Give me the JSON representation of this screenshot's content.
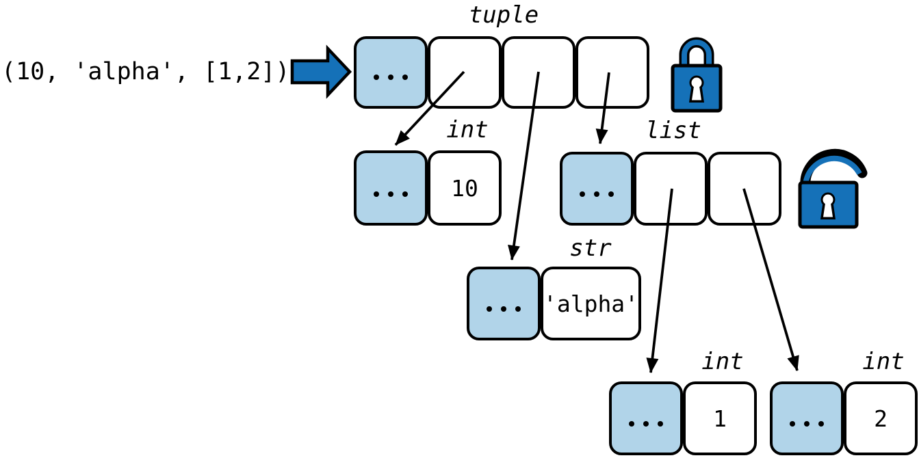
{
  "colors": {
    "object_fill": "#ffffff",
    "header_fill": "#b1d4e9",
    "lock_blue": "#1571b8",
    "outline": "#000000"
  },
  "code": {
    "literal": "(10, 'alpha', [1,2])"
  },
  "objects": {
    "tuple": {
      "type_label": "tuple"
    },
    "int_first": {
      "type_label": "int",
      "value": "10"
    },
    "str_alpha": {
      "type_label": "str",
      "value": "'alpha'"
    },
    "list_inner": {
      "type_label": "list"
    },
    "int_one": {
      "type_label": "int",
      "value": "1"
    },
    "int_two": {
      "type_label": "int",
      "value": "2"
    }
  },
  "icons": {
    "assignment_arrow": "arrow-right-icon",
    "tuple_lock": "lock-closed-icon",
    "list_lock": "lock-open-icon",
    "header_dots": "ellipsis-icon"
  },
  "references": [
    {
      "from": "tuple item 0",
      "to": "int 10"
    },
    {
      "from": "tuple item 1",
      "to": "str 'alpha'"
    },
    {
      "from": "tuple item 2",
      "to": "list"
    },
    {
      "from": "list item 0",
      "to": "int 1"
    },
    {
      "from": "list item 1",
      "to": "int 2"
    }
  ]
}
